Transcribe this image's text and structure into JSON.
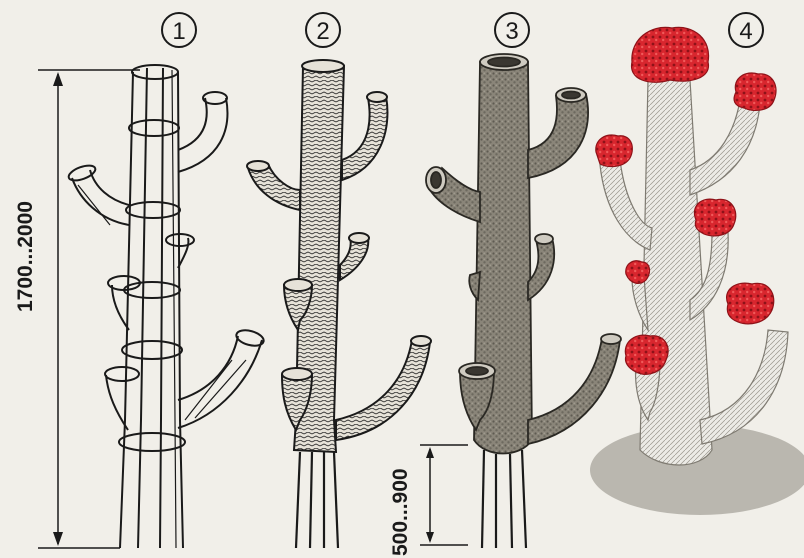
{
  "figure": {
    "step_labels": [
      "1",
      "2",
      "3",
      "4"
    ],
    "height_dimension": "1700...2000",
    "base_dimension": "500...900"
  },
  "colors": {
    "ink": "#1a1a1a",
    "paper": "#f1efe9",
    "moss": "#8a8579",
    "moss_dark": "#5f5b52",
    "flower": "#d8262e",
    "flower_dark": "#8e1218"
  },
  "icons": [
    "wire-frame",
    "wrapped-frame",
    "moss-covered-form",
    "flowering-cactus"
  ]
}
